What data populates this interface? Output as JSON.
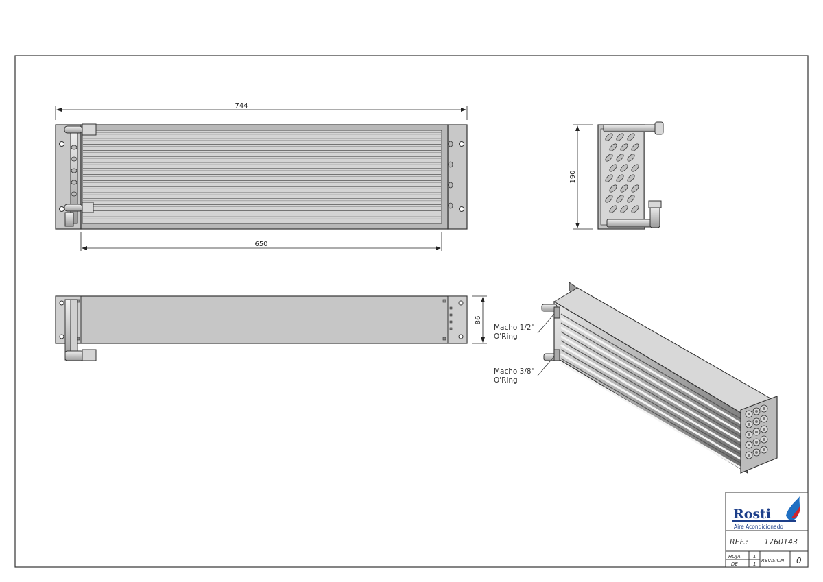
{
  "drawing": {
    "dimensions": {
      "overall_length": "744",
      "tube_length": "650",
      "height": "190",
      "depth": "86"
    },
    "callouts": {
      "inlet_line1": "Macho 1/2\"",
      "inlet_line2": "O'Ring",
      "outlet_line1": "Macho 3/8\"",
      "outlet_line2": "O'Ring"
    }
  },
  "title_block": {
    "logo_name": "Rosti",
    "logo_subtitle": "Aire Acondicionado",
    "ref_label": "REF.:",
    "ref_value": "1760143",
    "sheet_label": "HOJA",
    "sheet_value": "1",
    "of_label": "DE",
    "of_value": "1",
    "revision_label": "REVISION",
    "revision_value": "0"
  }
}
